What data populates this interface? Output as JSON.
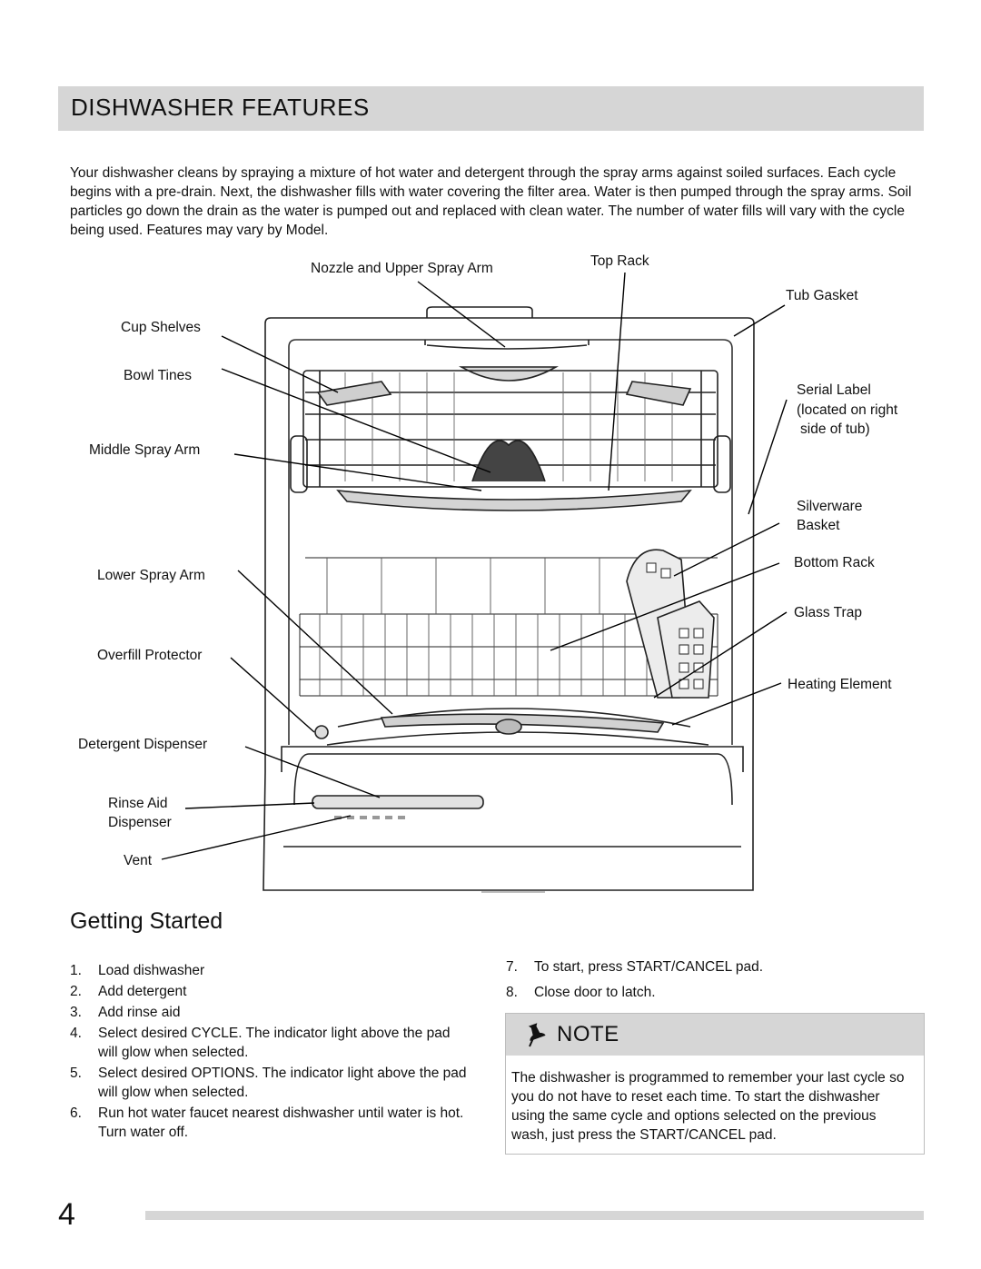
{
  "header": {
    "title": "DISHWASHER FEATURES"
  },
  "intro": "Your dishwasher cleans by spraying a mixture of hot water and detergent through the spray arms against soiled surfaces. Each cycle begins with a pre-drain. Next, the dishwasher fills with water covering the filter area. Water is then pumped through the spray arms. Soil particles go down the drain as the water is pumped out and replaced with clean water. The number of water fills will vary with the cycle being used.  Features may vary by Model.",
  "diagram": {
    "labels": {
      "nozzle": "Nozzle and Upper Spray Arm",
      "top_rack": "Top Rack",
      "tub_gasket": "Tub Gasket",
      "cup_shelves": "Cup Shelves",
      "bowl_tines": "Bowl Tines",
      "serial_label": "Serial  Label",
      "serial_note_1": "(located on right",
      "serial_note_2": "side of tub)",
      "middle_spray_arm": "Middle Spray Arm",
      "silverware_1": "Silverware",
      "silverware_2": "Basket",
      "lower_spray_arm": "Lower Spray Arm",
      "bottom_rack": "Bottom Rack",
      "glass_trap": "Glass Trap",
      "overfill": "Overfill Protector",
      "heating_element": "Heating Element",
      "detergent_dispenser": "Detergent Dispenser",
      "rinse_aid_1": "Rinse Aid",
      "rinse_aid_2": "Dispenser",
      "vent": "Vent"
    }
  },
  "getting_started": {
    "title": "Getting  Started",
    "left_steps": [
      {
        "num": "1.",
        "text": "Load dishwasher"
      },
      {
        "num": "2.",
        "text": "Add detergent"
      },
      {
        "num": "3.",
        "text": "Add rinse aid"
      },
      {
        "num": "4.",
        "text": "Select desired CYCLE. The indicator light above the pad will glow when selected."
      },
      {
        "num": "5.",
        "text": "Select desired OPTIONS. The indicator light above the pad will glow when selected."
      },
      {
        "num": "6.",
        "text": "Run hot water faucet nearest dishwasher until water is hot. Turn water off."
      }
    ],
    "right_steps": [
      {
        "num": "7.",
        "text": "To start, press START/CANCEL pad."
      },
      {
        "num": "8.",
        "text": "Close door to latch."
      }
    ]
  },
  "note": {
    "title": "NOTE",
    "icon": "pushpin-icon",
    "text": "The dishwasher is programmed to remember your last cycle so you do not have to reset each time. To start the dishwasher using the same cycle and options selected on the previous wash, just press the START/CANCEL pad."
  },
  "footer": {
    "page_number": "4"
  }
}
